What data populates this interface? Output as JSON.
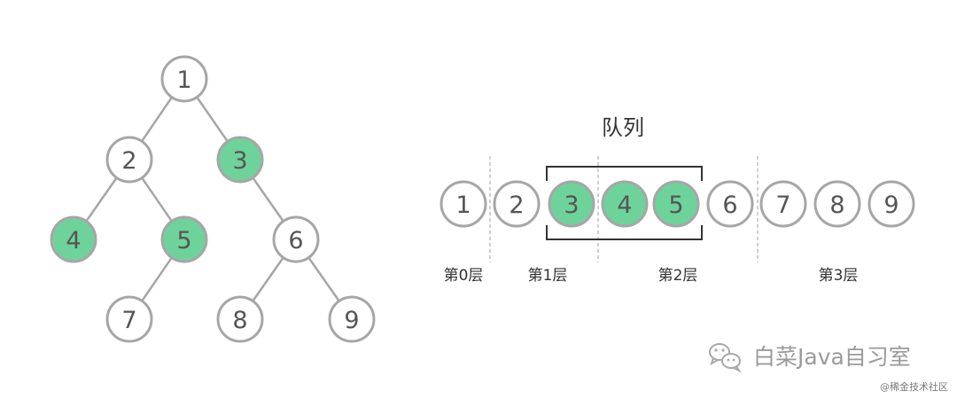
{
  "colors": {
    "highlight": "#6ed39a",
    "node_fill": "#ffffff",
    "node_stroke": "#a6a6a6",
    "text": "#555555"
  },
  "tree": {
    "nodes": [
      {
        "id": "1",
        "label": "1",
        "highlighted": false
      },
      {
        "id": "2",
        "label": "2",
        "highlighted": false
      },
      {
        "id": "3",
        "label": "3",
        "highlighted": true
      },
      {
        "id": "4",
        "label": "4",
        "highlighted": true
      },
      {
        "id": "5",
        "label": "5",
        "highlighted": true
      },
      {
        "id": "6",
        "label": "6",
        "highlighted": false
      },
      {
        "id": "7",
        "label": "7",
        "highlighted": false
      },
      {
        "id": "8",
        "label": "8",
        "highlighted": false
      },
      {
        "id": "9",
        "label": "9",
        "highlighted": false
      }
    ],
    "edges": [
      [
        "1",
        "2"
      ],
      [
        "1",
        "3"
      ],
      [
        "2",
        "4"
      ],
      [
        "2",
        "5"
      ],
      [
        "3",
        "6"
      ],
      [
        "5",
        "7"
      ],
      [
        "6",
        "8"
      ],
      [
        "6",
        "9"
      ]
    ]
  },
  "queue": {
    "title": "队列",
    "items": [
      {
        "label": "1",
        "highlighted": false
      },
      {
        "label": "2",
        "highlighted": false
      },
      {
        "label": "3",
        "highlighted": true
      },
      {
        "label": "4",
        "highlighted": true
      },
      {
        "label": "5",
        "highlighted": true
      },
      {
        "label": "6",
        "highlighted": false
      },
      {
        "label": "7",
        "highlighted": false
      },
      {
        "label": "8",
        "highlighted": false
      },
      {
        "label": "9",
        "highlighted": false
      }
    ],
    "levels": [
      {
        "label": "第0层"
      },
      {
        "label": "第1层"
      },
      {
        "label": "第2层"
      },
      {
        "label": "第3层"
      }
    ]
  },
  "watermark": {
    "brand": "白菜Java自习室",
    "icon": "wechat-icon",
    "credit": "@稀金技术社区"
  }
}
